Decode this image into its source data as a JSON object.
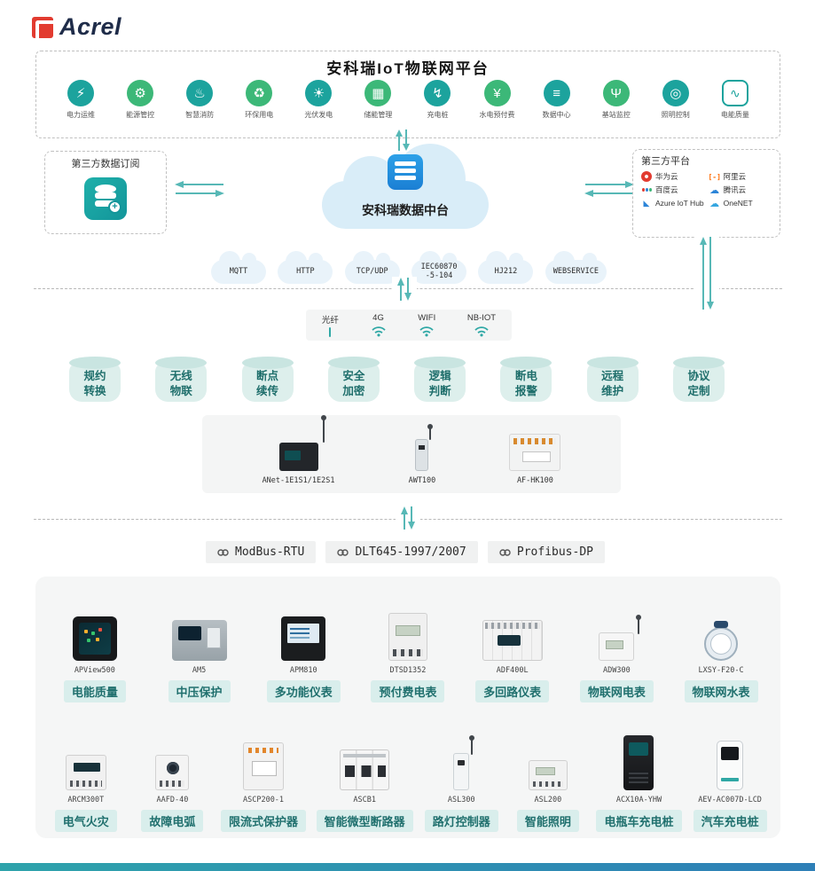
{
  "logo": {
    "brand": "Acrel"
  },
  "platform": {
    "title": "安科瑞IoT物联网平台",
    "apps": [
      {
        "label": "电力运维",
        "glyph": "⚡"
      },
      {
        "label": "能源管控",
        "glyph": "⚙"
      },
      {
        "label": "智慧消防",
        "glyph": "♨"
      },
      {
        "label": "环保用电",
        "glyph": "♻"
      },
      {
        "label": "光伏发电",
        "glyph": "☀"
      },
      {
        "label": "储能管理",
        "glyph": "▦"
      },
      {
        "label": "充电桩",
        "glyph": "↯"
      },
      {
        "label": "水电预付费",
        "glyph": "¥"
      },
      {
        "label": "数据中心",
        "glyph": "≡"
      },
      {
        "label": "基站监控",
        "glyph": "Ψ"
      },
      {
        "label": "照明控制",
        "glyph": "◎"
      },
      {
        "label": "电能质量",
        "glyph": "∿"
      }
    ]
  },
  "subscription": {
    "title": "第三方数据订阅"
  },
  "datahub": {
    "label": "安科瑞数据中台"
  },
  "thirdparty": {
    "title": "第三方平台",
    "platforms": [
      {
        "name": "华为云"
      },
      {
        "name": "阿里云"
      },
      {
        "name": "百度云"
      },
      {
        "name": "腾讯云"
      },
      {
        "name": "Azure IoT Hub"
      },
      {
        "name": "OneNET"
      }
    ]
  },
  "transport_protocols": [
    {
      "label": "MQTT"
    },
    {
      "label": "HTTP"
    },
    {
      "label": "TCP/UDP"
    },
    {
      "label": "IEC60870\n-5-104"
    },
    {
      "label": "HJ212"
    },
    {
      "label": "WEBSERVICE"
    }
  ],
  "connectivity": [
    {
      "label": "光纤"
    },
    {
      "label": "4G"
    },
    {
      "label": "WIFI"
    },
    {
      "label": "NB-IOT"
    }
  ],
  "features": [
    {
      "label": "规约\n转换"
    },
    {
      "label": "无线\n物联"
    },
    {
      "label": "断点\n续传"
    },
    {
      "label": "安全\n加密"
    },
    {
      "label": "逻辑\n判断"
    },
    {
      "label": "断电\n报警"
    },
    {
      "label": "远程\n维护"
    },
    {
      "label": "协议\n定制"
    }
  ],
  "gateways": [
    {
      "model": "ANet-1E1S1/1E2S1"
    },
    {
      "model": "AWT100"
    },
    {
      "model": "AF-HK100"
    }
  ],
  "field_protocols": [
    {
      "name": "ModBus-RTU"
    },
    {
      "name": "DLT645-1997/2007"
    },
    {
      "name": "Profibus-DP"
    }
  ],
  "products": {
    "row1": [
      {
        "model": "APView500",
        "category": "电能质量"
      },
      {
        "model": "AM5",
        "category": "中压保护"
      },
      {
        "model": "APM810",
        "category": "多功能仪表"
      },
      {
        "model": "DTSD1352",
        "category": "预付费电表"
      },
      {
        "model": "ADF400L",
        "category": "多回路仪表"
      },
      {
        "model": "ADW300",
        "category": "物联网电表"
      },
      {
        "model": "LXSY-F20-C",
        "category": "物联网水表"
      }
    ],
    "row2": [
      {
        "model": "ARCM300T",
        "category": "电气火灾"
      },
      {
        "model": "AAFD-40",
        "category": "故障电弧"
      },
      {
        "model": "ASCP200-1",
        "category": "限流式保护器"
      },
      {
        "model": "ASCB1",
        "category": "智能微型断路器"
      },
      {
        "model": "ASL300",
        "category": "路灯控制器"
      },
      {
        "model": "ASL200",
        "category": "智能照明"
      },
      {
        "model": "ACX10A-YHW",
        "category": "电瓶车充电桩"
      },
      {
        "model": "AEV-AC007D-LCD",
        "category": "汽车充电桩"
      }
    ]
  },
  "colors": {
    "accent": "#2fa8a5",
    "badge_bg": "#d9eeec",
    "badge_text": "#20706e"
  }
}
